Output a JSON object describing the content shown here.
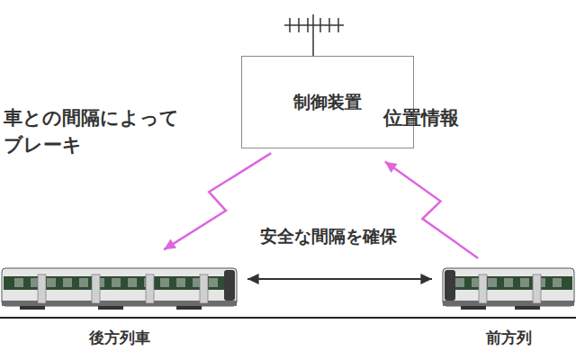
{
  "diagram": {
    "nodes": [
      {
        "text": [
          "制御装置"
        ]
      },
      {
        "text": [
          "後方列車"
        ]
      },
      {
        "text": [
          "前方列"
        ]
      }
    ],
    "edges": [
      {
        "from": 0,
        "to": 1,
        "arrow": "to",
        "label": "車との間隔によって ブレーキ"
      },
      {
        "from": 2,
        "to": 0,
        "arrow": "to",
        "label": "位置情報"
      },
      {
        "from": 1,
        "to": 2,
        "arrow": "both",
        "label": "安全な間隔を確保"
      }
    ]
  }
}
